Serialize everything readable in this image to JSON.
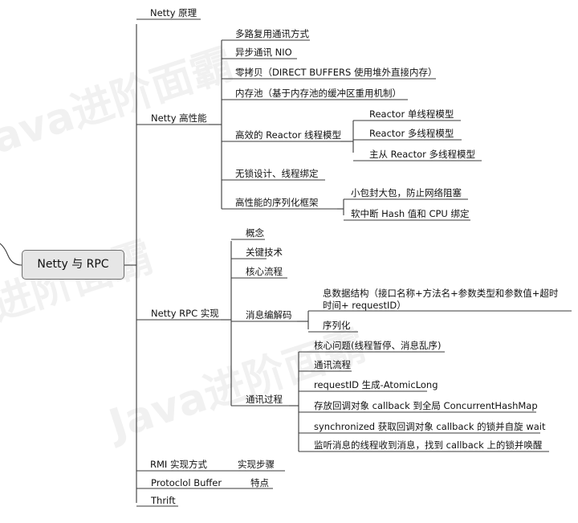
{
  "root": "Netty 与 RPC",
  "watermark": "Java进阶面霸",
  "branches": {
    "principle": "Netty 原理",
    "high_perf": {
      "label": "Netty 高性能",
      "items": [
        "多路复用通讯方式",
        "异步通讯 NIO",
        "零拷贝（DIRECT BUFFERS 使用堆外直接内存）",
        "内存池（基于内存池的缓冲区重用机制）",
        "高效的 Reactor 线程模型",
        "无锁设计、线程绑定",
        "高性能的序列化框架"
      ],
      "reactor": [
        "Reactor 单线程模型",
        "Reactor 多线程模型",
        "主从 Reactor 多线程模型"
      ],
      "serialization": [
        "小包封大包，防止网络阻塞",
        "软中断 Hash 值和 CPU 绑定"
      ]
    },
    "rpc": {
      "label": "Netty RPC 实现",
      "items": [
        "概念",
        "关键技术",
        "核心流程",
        "消息编解码",
        "通讯过程"
      ],
      "codec": [
        "息数据结构（接口名称+方法名+参数类型和参数值+超时",
        "时间+ requestID）",
        "序列化"
      ],
      "comm": [
        "核心问题(线程暂停、消息乱序)",
        "通讯流程",
        "requestID 生成-AtomicLong",
        "存放回调对象 callback 到全局 ConcurrentHashMap",
        "synchronized 获取回调对象 callback 的锁并自旋 wait",
        "监听消息的线程收到消息，找到 callback 上的锁并唤醒"
      ]
    },
    "rmi": {
      "label": "RMI 实现方式",
      "child": "实现步骤"
    },
    "protobuf": {
      "label": "Protoclol Buffer",
      "child": "特点"
    },
    "thrift": "Thrift"
  }
}
